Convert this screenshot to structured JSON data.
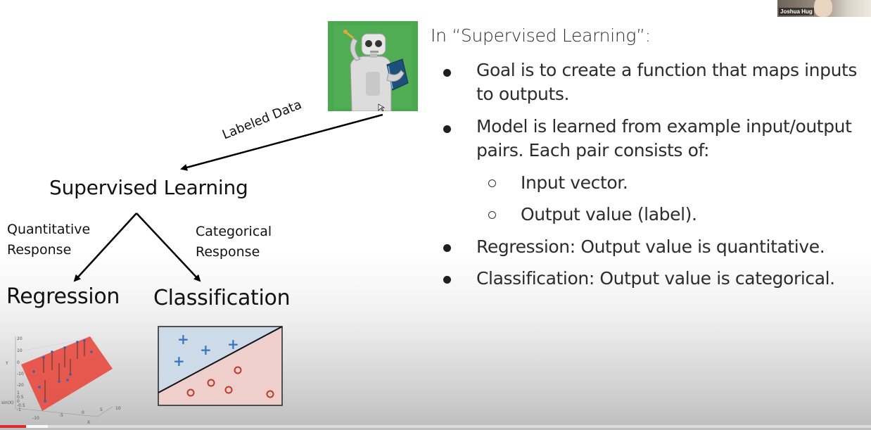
{
  "webcam": {
    "presenter_name": "Joshua Hug"
  },
  "slide": {
    "intro": "In “Supervised Learning”:",
    "bullets": [
      {
        "line1": "Goal is to create a function that maps inputs",
        "line2": "to outputs."
      },
      {
        "line1": "Model is learned from example input/output",
        "line2": "pairs. Each pair consists of:"
      }
    ],
    "sub_bullets": [
      "Input vector.",
      "Output value (label)."
    ],
    "bullets_after": [
      "Regression: Output value is quantitative.",
      "Classification: Output value is categorical."
    ],
    "diagram": {
      "root": "Supervised Learning",
      "labeled_data": "Labeled Data",
      "left_edge": {
        "line1": "Quantitative",
        "line2": "Response"
      },
      "right_edge": {
        "line1": "Categorical",
        "line2": "Response"
      },
      "left_node": "Regression",
      "right_node": "Classification",
      "regression_plot": {
        "y_ticks": [
          "20",
          "10",
          "0",
          "-10",
          "-20"
        ],
        "z_ticks": [
          "1",
          "0.5",
          "0",
          "-0.5",
          "-1"
        ],
        "z_label": "sin(X)",
        "y_label": "Y",
        "x_ticks": [
          "-10",
          "-5",
          "0",
          "5",
          "10"
        ],
        "x_label": "X"
      },
      "classification_plot": {
        "plus_symbol": "+",
        "circle_symbol": "o"
      }
    }
  },
  "video": {
    "progress_fraction": 0.03,
    "buffered_fraction": 0.055,
    "colors": {
      "played": "#e02b2b"
    }
  },
  "colors": {
    "robot_bg": "#4aa84e",
    "regression_plane": "#e8473b",
    "class_top": "#cddbe8",
    "class_bottom": "#efcfcc",
    "plus": "#3b78c2",
    "circle": "#c0392b"
  }
}
